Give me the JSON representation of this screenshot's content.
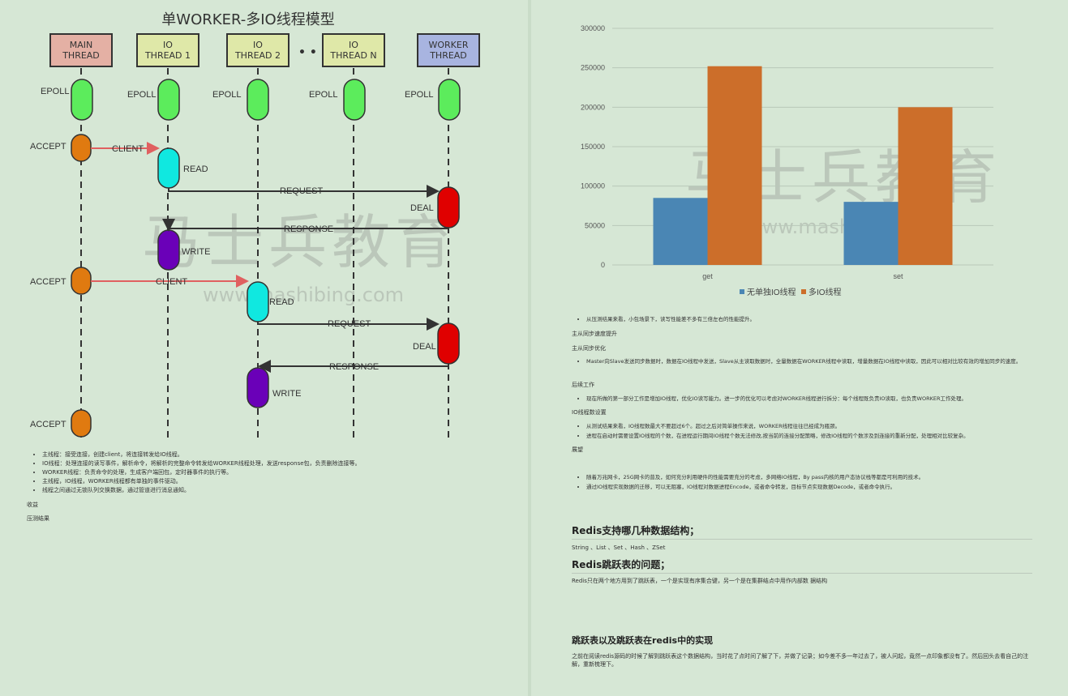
{
  "diagram": {
    "title": "单WORKER-多IO线程模型",
    "threads": {
      "main": [
        "MAIN",
        "THREAD"
      ],
      "io1": [
        "IO",
        "THREAD 1"
      ],
      "io2": [
        "IO",
        "THREAD 2"
      ],
      "ion": [
        "IO",
        "THREAD N"
      ],
      "worker": [
        "WORKER",
        "THREAD"
      ]
    },
    "ellipsis": "• • •",
    "labels": {
      "epoll": "EPOLL",
      "accept": "ACCEPT",
      "client": "CLIENT",
      "read": "READ",
      "request": "REQUEST",
      "deal": "DEAL",
      "response": "RESPONSE",
      "write": "WRITE"
    },
    "colors": {
      "epoll": "#5cec5c",
      "accept": "#e07a10",
      "read": "#10e8e0",
      "deal": "#e00000",
      "write": "#6a00b8",
      "main_box": "#e4b0a4",
      "io_box": "#dfe8a8",
      "worker_box": "#a8b4e0"
    }
  },
  "left_bullets": [
    "主线程：接受连接，创建client，将连接转发给IO线程。",
    "IO线程：处理连接的读写事件，解析命令，将解析的完整命令转发给WORKER线程处理，发送response包，负责删除连接等。",
    "WORKER线程：负责命令的处理，生成客户端回包，定时器事件的执行等。",
    "主线程，IO线程，WORKER线程都有单独的事件驱动。",
    "线程之间通过无锁队列交换数据，通过管道进行消息通知。"
  ],
  "left_labels": [
    "收益",
    "压测结果"
  ],
  "watermark": {
    "brand": "马士兵教育",
    "url": "www.mashibing.com"
  },
  "chart_data": {
    "type": "bar",
    "categories": [
      "get",
      "set"
    ],
    "series": [
      {
        "name": "无单独IO线程",
        "values": [
          85000,
          80000
        ],
        "color": "#4a86b4"
      },
      {
        "name": "多IO线程",
        "values": [
          252000,
          200000
        ],
        "color": "#cc6e2a"
      }
    ],
    "ylim": [
      0,
      300000
    ],
    "yticks": [
      "0",
      "50000",
      "100000",
      "150000",
      "200000",
      "250000",
      "300000"
    ],
    "grid": true,
    "legend": "bottom"
  },
  "right": {
    "bullet_a": [
      "从压测结果来看，小包场景下，读写性能差不多有三倍左右的性能提升。"
    ],
    "h_sync_speed": "主从同步速度提升",
    "h_sync_opt": "主从同步优化",
    "bullet_b": [
      "Master向Slave发送同步数据时，数据在IO线程中发送，Slave从主读取数据时，全量数据在WORKER线程中读取，增量数据在IO线程中读取，因此可以相对比较有效的增加同步的速度。"
    ],
    "h_followup": "后续工作",
    "bullet_c": [
      "现在所做的第一部分工作是增加IO线程，优化IO读写能力。进一步的优化可以考虑对WORKER线程进行拆分：每个线程既负责IO读取，也负责WORKER工作处理。"
    ],
    "h_io_count": "IO线程数设置",
    "bullet_d": [
      "从测试结果来看，IO线程数最大不要超过6个。超过之后对简单操作来说，WORKER线程往往已经成为瓶颈。",
      "进程在启动时需要设置IO线程的个数，在进程运行期间IO线程个数无法修改,按当前的连接分配策略，修改IO线程的个数涉及到连接的重新分配，处理相对比较复杂。"
    ],
    "h_outlook": "展望",
    "bullet_e": [
      "随着万兆网卡，25G网卡的普及，如何充分利用硬件的性能需要充分的考虑，多网络IO线程，By pass内核的用户态协议栈等都是可利用的技术。",
      "通过IO线程实现数据的迁移，可以无阻塞，IO线程对数据进程Encode，或者命令转发，目标节点实现数据Decode，或者命令执行。"
    ],
    "h_redis_types": "Redis支持哪几种数据结构；",
    "t_redis_types": "String 、List 、Set 、Hash 、ZSet",
    "h_skiplist": "Redis跳跃表的问题；",
    "t_skiplist": "Redis只在两个地方用到了跳跃表，一个是实现有序集合键，另一个是在集群结点中用作内部数 据结构",
    "h_skiplist_impl": "跳跃表以及跳跃表在redis中的实现",
    "t_skiplist_impl": "之前在阅读redis源码的时候了解到跳跃表这个数据结构，当时花了点时间了解了下，并做了记录；如今差不多一年过去了，被人问起，竟然一点印象都没有了。然后回头去看自己的注解，重新梳理下。"
  }
}
